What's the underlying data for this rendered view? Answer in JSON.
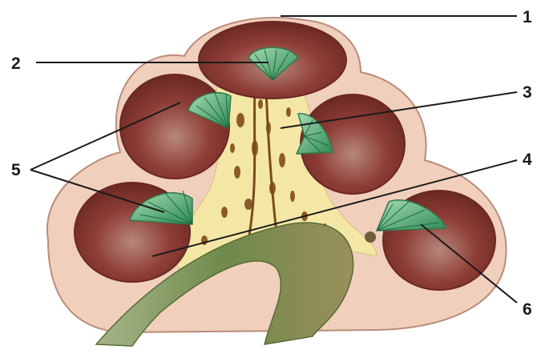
{
  "labels": {
    "callout_1": "1",
    "callout_2": "2",
    "callout_3": "3",
    "callout_4": "4",
    "callout_5": "5",
    "callout_6": "6"
  },
  "colors": {
    "outer_tissue": "#f1cfbd",
    "outer_edge": "#b98c7a",
    "chamber_dark": "#7a2f2a",
    "chamber_light": "#b7877c",
    "core": "#f4e7a6",
    "core_holes": "#8c5a26",
    "fan": "#3fa06a",
    "fan_light": "#a5dcb5",
    "base_band": "#6f8a4a",
    "lines": "#1a1a1a"
  }
}
